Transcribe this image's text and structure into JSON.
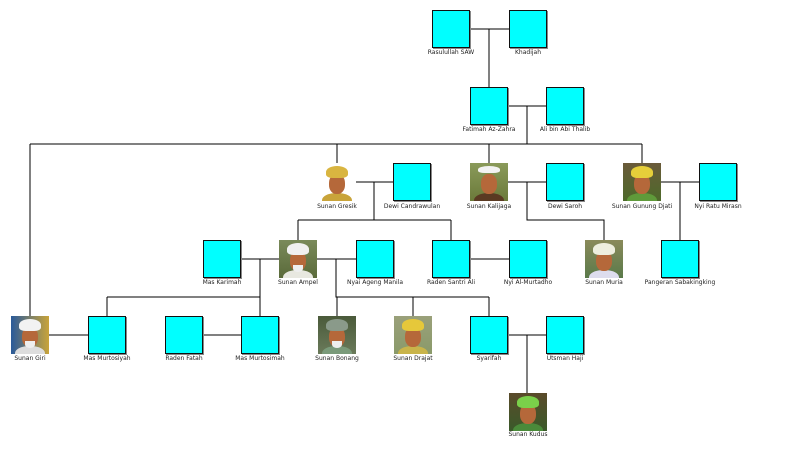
{
  "colors": {
    "node_fill": "#00ffff",
    "line": "#000000"
  },
  "people": {
    "rasulullah": "Rasulullah SAW",
    "khadijah": "Khadijah",
    "fatimah": "Fatimah Az-Zahra",
    "ali": "Ali bin Abi Thalib",
    "gresik": "Sunan Gresik",
    "candrawulan": "Dewi Candrawulan",
    "kalijaga": "Sunan Kalijaga",
    "saroh": "Dewi Saroh",
    "gunungdjati": "Sunan Gunung Djati",
    "ratu": "Nyi Ratu Mirasn",
    "karimah": "Mas Karimah",
    "ampel": "Sunan Ampel",
    "manila": "Nyai Ageng Manila",
    "santri": "Raden Santri Ali",
    "murtadho": "Nyi Al-Murtadho",
    "muria": "Sunan Muria",
    "sabakingking": "Pangeran Sabakingking",
    "giri": "Sunan Giri",
    "murtosiyah": "Mas Murtosiyah",
    "fatah": "Raden Fatah",
    "murtosimah": "Mas Murtosimah",
    "bonang": "Sunan Bonang",
    "drajat": "Sunan Drajat",
    "syarifah": "Syarifah",
    "utsman": "Utsman Haji",
    "kudus": "Sunan Kudus"
  }
}
